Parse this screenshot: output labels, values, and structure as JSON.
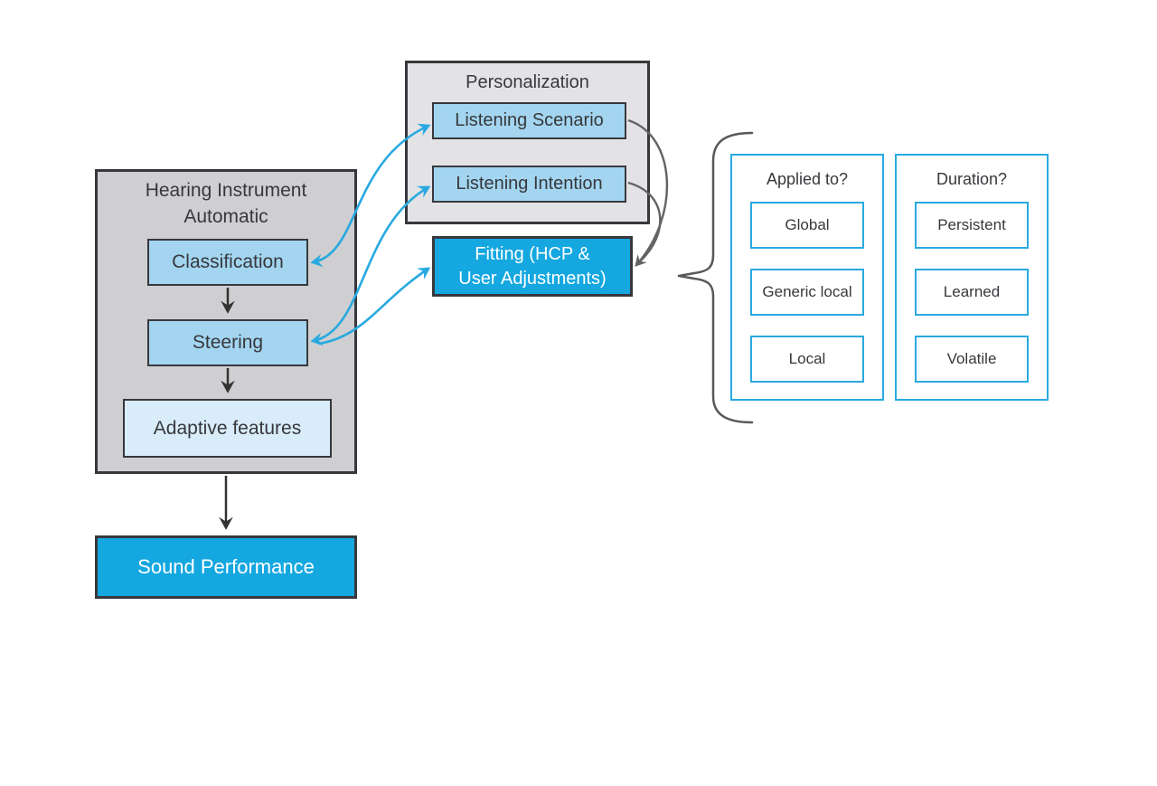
{
  "hearing_instrument": {
    "title_lines": [
      "Hearing Instrument",
      "Automatic"
    ],
    "classification": "Classification",
    "steering": "Steering",
    "adaptive_features": "Adaptive features"
  },
  "sound_performance": "Sound Performance",
  "personalization": {
    "title": "Personalization",
    "listening_scenario": "Listening Scenario",
    "listening_intention": "Listening Intention"
  },
  "fitting": {
    "lines": [
      "Fitting (HCP &",
      "User Adjustments)"
    ]
  },
  "panels": [
    {
      "title": "Applied to?",
      "options": [
        "Global",
        "Generic local",
        "Local"
      ]
    },
    {
      "title": "Duration?",
      "options": [
        "Persistent",
        "Learned",
        "Volatile"
      ]
    }
  ],
  "colors": {
    "accent_cyan": "#14a7e0",
    "light_blue": "#a3d5f0",
    "pale_blue": "#d9ecf9",
    "container_gray": "#cfcfd2",
    "container_gray_light": "#e3e3e5",
    "border_dark": "#37383c",
    "arrow_cyan": "#29a9e0",
    "arrow_gray": "#636366",
    "arrow_black": "#333333"
  }
}
